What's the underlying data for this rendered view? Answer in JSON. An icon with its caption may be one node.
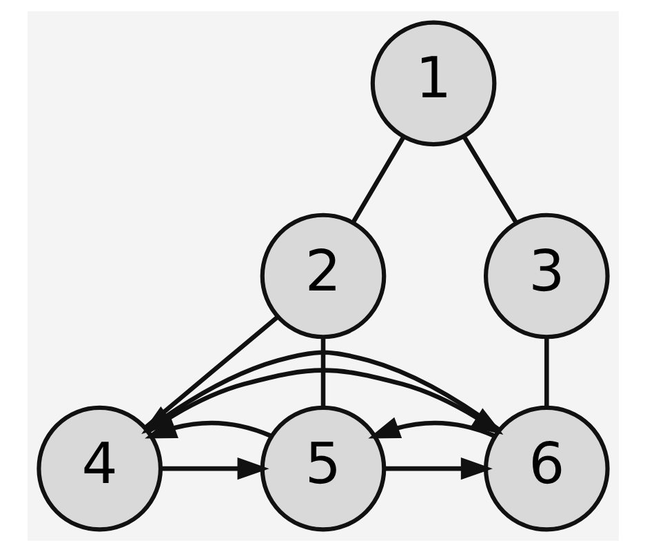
{
  "diagram": {
    "nodes": [
      {
        "text": [
          "1"
        ]
      },
      {
        "text": [
          "2"
        ]
      },
      {
        "text": [
          "3"
        ]
      },
      {
        "text": [
          "4"
        ]
      },
      {
        "text": [
          "5"
        ]
      },
      {
        "text": [
          "6"
        ]
      }
    ],
    "edges": [
      {
        "from": 0,
        "to": 1,
        "arrow": "none"
      },
      {
        "from": 0,
        "to": 2,
        "arrow": "none"
      },
      {
        "from": 1,
        "to": 3,
        "arrow": "none"
      },
      {
        "from": 1,
        "to": 4,
        "arrow": "none"
      },
      {
        "from": 2,
        "to": 5,
        "arrow": "none"
      },
      {
        "from": 3,
        "to": 4,
        "arrow": "to"
      },
      {
        "from": 4,
        "to": 3,
        "arrow": "to"
      },
      {
        "from": 4,
        "to": 5,
        "arrow": "to"
      },
      {
        "from": 5,
        "to": 4,
        "arrow": "to"
      },
      {
        "from": 3,
        "to": 5,
        "arrow": "to"
      },
      {
        "from": 5,
        "to": 3,
        "arrow": "to"
      }
    ]
  }
}
